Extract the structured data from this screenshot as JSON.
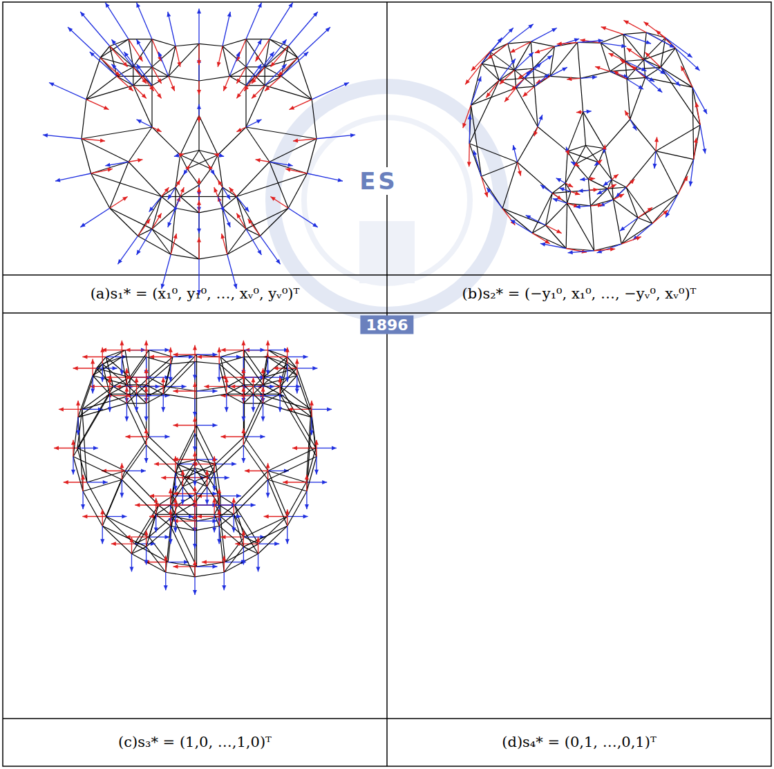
{
  "diagram": {
    "labels": [
      "(a)s₁* = (x₁⁰, y₁⁰, …, xᵥ⁰, yᵥ⁰)ᵀ",
      "(b)s₂* = (−y₁⁰, x₁⁰, …, −yᵥ⁰, xᵥ⁰)ᵀ",
      "(c)s₃* = (1,0, …,1,0)ᵀ",
      "(d)s₄* = (0,1, …,0,1)ᵀ",
      "ES",
      "1896"
    ]
  }
}
